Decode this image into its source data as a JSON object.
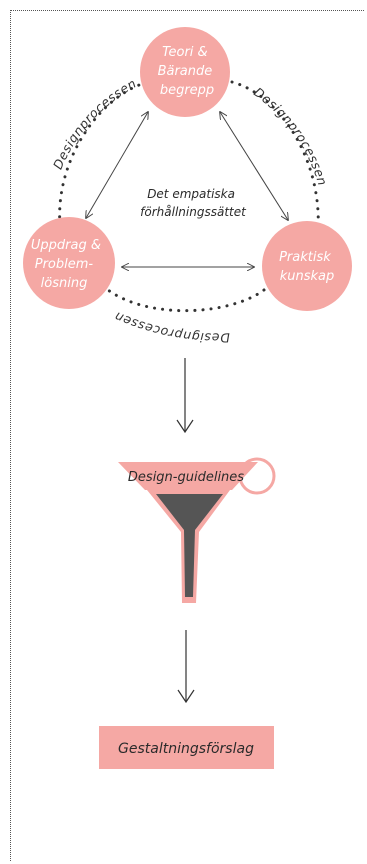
{
  "colors": {
    "node_fill": "#f5a8a4",
    "funnel_fill": "#555555",
    "funnel_outline": "#f5a8a4",
    "line": "#444444",
    "dots": "#333333"
  },
  "nodes": {
    "top": [
      "Teori &",
      "Bärande",
      "begrepp"
    ],
    "left": [
      "Uppdrag &",
      "Problem-",
      "lösning"
    ],
    "right": [
      "Praktisk",
      "kunskap"
    ]
  },
  "center_label": [
    "Det empatiska",
    "förhållningssättet"
  ],
  "cycle_labels": {
    "left": "Designprocessen",
    "right": "Designprocessen",
    "bottom": "Designprocessen"
  },
  "funnel": {
    "label": "Design-guidelines"
  },
  "result": {
    "label": "Gestaltningsförslag"
  }
}
